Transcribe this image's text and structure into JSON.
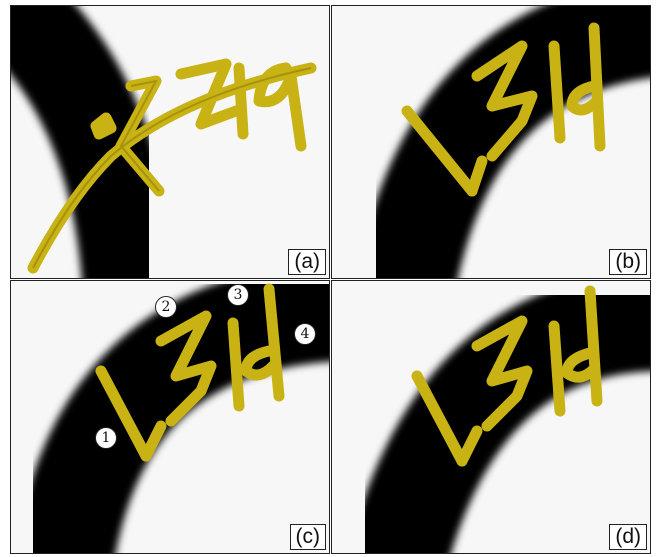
{
  "colors": {
    "curve": "#050505",
    "background": "#f7f7f7",
    "stroke": "#c8b214",
    "stroke_dark": "#8e7d0a"
  },
  "panels": [
    {
      "label": "(a)"
    },
    {
      "label": "(b)"
    },
    {
      "label": "(c)",
      "markers": [
        "1",
        "2",
        "3",
        "4"
      ]
    },
    {
      "label": "(d)"
    }
  ]
}
